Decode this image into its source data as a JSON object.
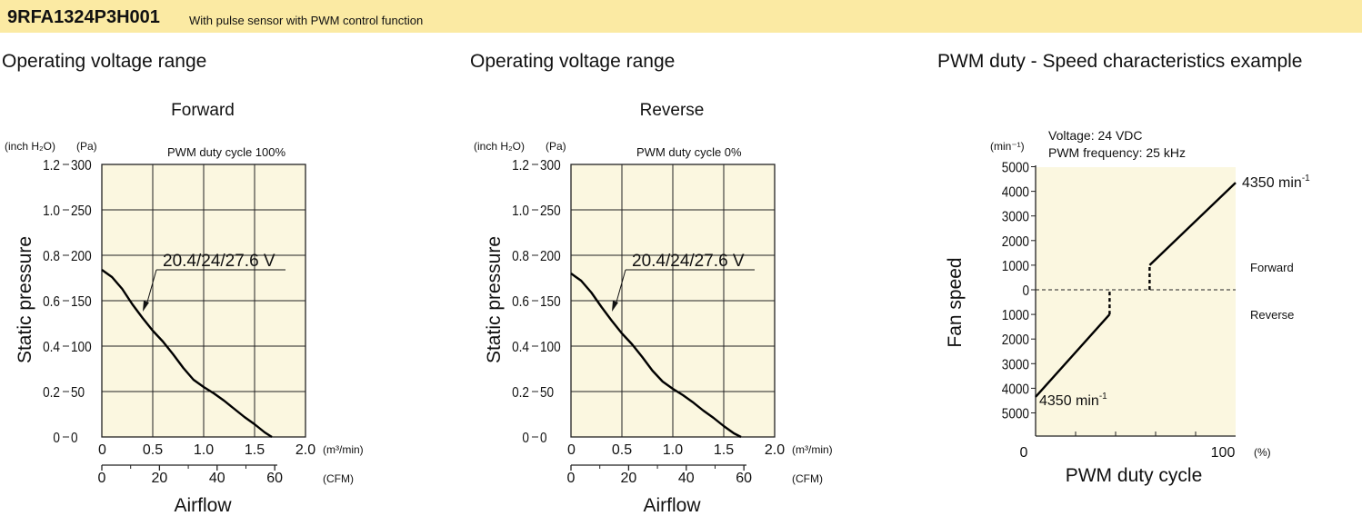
{
  "header": {
    "model": "9RFA1324P3H001",
    "description": "With pulse sensor with PWM control function"
  },
  "chart_data": [
    {
      "type": "line",
      "section_title": "Operating voltage range",
      "title": "Forward",
      "annotation": "PWM duty cycle 100%",
      "curve_label": "20.4/24/27.6 V",
      "ylabel": "Static pressure",
      "y_unit_left": "(inch H₂O)",
      "y_unit_right": "(Pa)",
      "y_ticks_inch": [
        "1.2",
        "1.0",
        "0.8",
        "0.6",
        "0.4",
        "0.2",
        "0"
      ],
      "y_ticks_pa": [
        "300",
        "250",
        "200",
        "150",
        "100",
        "50",
        "0"
      ],
      "xlabel": "Airflow",
      "x_unit_m3": "(m³/min)",
      "x_unit_cfm": "(CFM)",
      "x_ticks_m3": [
        "0",
        "0.5",
        "1.0",
        "1.5",
        "2.0"
      ],
      "x_ticks_cfm": [
        "0",
        "20",
        "40",
        "60"
      ],
      "xlim": [
        0,
        2.0
      ],
      "ylim": [
        0,
        300
      ],
      "grid": true,
      "x": [
        0,
        0.1,
        0.2,
        0.3,
        0.4,
        0.5,
        0.6,
        0.7,
        0.8,
        0.9,
        1.0,
        1.1,
        1.2,
        1.3,
        1.4,
        1.5,
        1.6,
        1.67
      ],
      "y": [
        184,
        176,
        163,
        146,
        131,
        117,
        105,
        91,
        76,
        63,
        55,
        48,
        40,
        31,
        22,
        14,
        5,
        0
      ]
    },
    {
      "type": "line",
      "section_title": "Operating voltage range",
      "title": "Reverse",
      "annotation": "PWM duty cycle 0%",
      "curve_label": "20.4/24/27.6 V",
      "ylabel": "Static pressure",
      "y_unit_left": "(inch H₂O)",
      "y_unit_right": "(Pa)",
      "y_ticks_inch": [
        "1.2",
        "1.0",
        "0.8",
        "0.6",
        "0.4",
        "0.2",
        "0"
      ],
      "y_ticks_pa": [
        "300",
        "250",
        "200",
        "150",
        "100",
        "50",
        "0"
      ],
      "xlabel": "Airflow",
      "x_unit_m3": "(m³/min)",
      "x_unit_cfm": "(CFM)",
      "x_ticks_m3": [
        "0",
        "0.5",
        "1.0",
        "1.5",
        "2.0"
      ],
      "x_ticks_cfm": [
        "0",
        "20",
        "40",
        "60"
      ],
      "xlim": [
        0,
        2.0
      ],
      "ylim": [
        0,
        300
      ],
      "grid": true,
      "x": [
        0,
        0.1,
        0.2,
        0.3,
        0.4,
        0.5,
        0.6,
        0.7,
        0.8,
        0.9,
        1.0,
        1.1,
        1.2,
        1.3,
        1.4,
        1.5,
        1.6,
        1.67
      ],
      "y": [
        180,
        172,
        159,
        143,
        128,
        114,
        102,
        88,
        73,
        61,
        53,
        46,
        38,
        29,
        21,
        12,
        4,
        0
      ]
    },
    {
      "type": "line",
      "section_title": "PWM duty - Speed characteristics example",
      "voltage": "Voltage: 24 VDC",
      "frequency": "PWM frequency: 25 kHz",
      "y_unit": "(min⁻¹)",
      "ylabel": "Fan speed",
      "y_ticks": [
        "5000",
        "4000",
        "3000",
        "2000",
        "1000",
        "0",
        "1000",
        "2000",
        "3000",
        "4000",
        "5000"
      ],
      "xlabel": "PWM duty cycle",
      "x_unit": "(%)",
      "x_ticks": [
        "0",
        "100"
      ],
      "xlim": [
        0,
        100
      ],
      "ylim": [
        -5000,
        5000
      ],
      "forward_label": "Forward",
      "reverse_label": "Reverse",
      "max_label_forward": "4350 min",
      "max_label_reverse": "4350 min",
      "sup": "-1",
      "series": [
        {
          "x": [
            0,
            37
          ],
          "y": [
            -4350,
            -1000
          ]
        },
        {
          "x": [
            57,
            100
          ],
          "y": [
            1000,
            4350
          ]
        }
      ],
      "transitions": [
        {
          "x": 37,
          "y_from": -1000,
          "y_to": 0
        },
        {
          "x": 57,
          "y_from": 0,
          "y_to": 1000
        }
      ]
    }
  ]
}
